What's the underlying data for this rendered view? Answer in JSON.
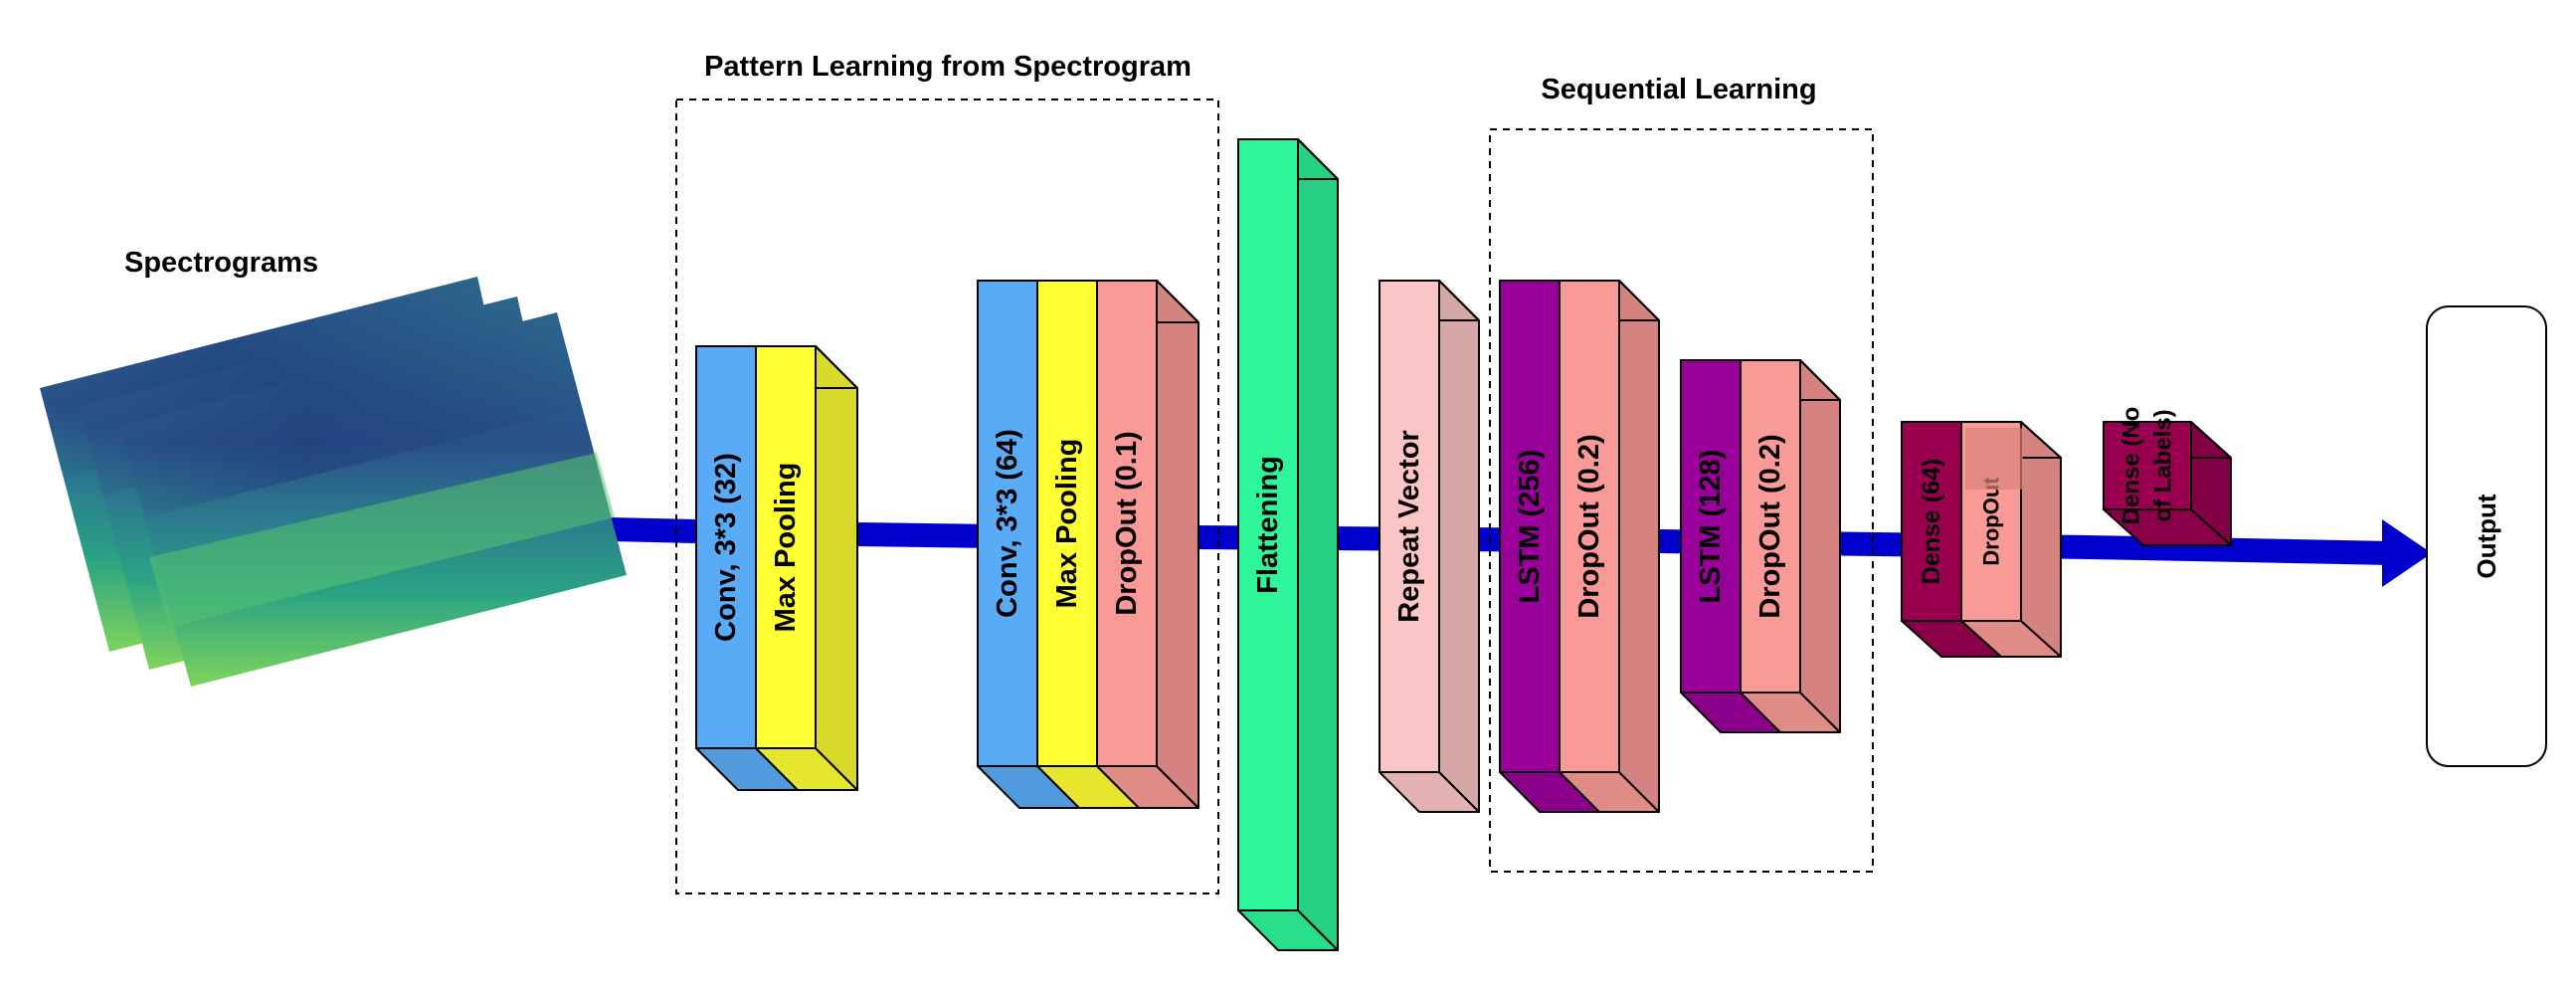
{
  "titles": {
    "spectrograms": "Spectrograms",
    "pattern_group": "Pattern Learning from Spectrogram",
    "sequential_group": "Sequential Learning"
  },
  "layers": {
    "conv1": "Conv, 3*3 (32)",
    "maxpool1": "Max Pooling",
    "conv2": "Conv, 3*3 (64)",
    "maxpool2": "Max Pooling",
    "dropout1": "DropOut (0.1)",
    "flatten": "Flattening",
    "repeat": "Repeat Vector",
    "lstm1": "LSTM (256)",
    "dropout2": "DropOut (0.2)",
    "lstm2": "LSTM (128)",
    "dropout3": "DropOut (0.2)",
    "dense1": "Dense (64)",
    "dropout4": "DropOut",
    "dense2_line1": "Dense (No",
    "dense2_line2": "of Labels)"
  },
  "output": "Output",
  "colors": {
    "conv": "#5aabf5",
    "maxpool": "#ffff33",
    "dropout": "#fa9a96",
    "flatten": "#2ef59a",
    "repeat": "#fcc5c5",
    "lstm": "#990099",
    "dense": "#990050",
    "arrow": "#0000cc",
    "spectrogram": "#3b7d8e"
  }
}
